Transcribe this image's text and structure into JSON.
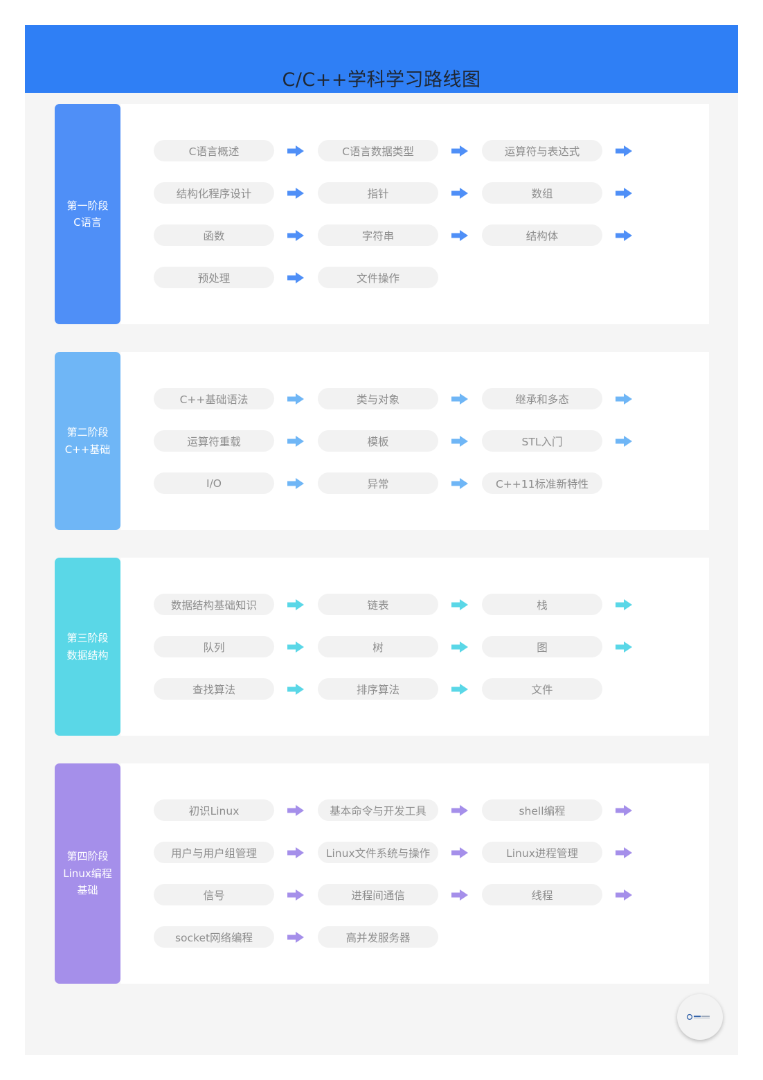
{
  "title": "C/C++学科学习路线图",
  "colors": {
    "header": "#2f7ff5",
    "node_text": "#8d8d8d",
    "node_bg": "#f2f2f2"
  },
  "stages": [
    {
      "label": "第一阶段\nC语言",
      "color": "#4f8ff7",
      "items": [
        "C语言概述",
        "C语言数据类型",
        "运算符与表达式",
        "结构化程序设计",
        "指针",
        "数组",
        "函数",
        "字符串",
        "结构体",
        "预处理",
        "文件操作"
      ]
    },
    {
      "label": "第二阶段\nC++基础",
      "color": "#6fb6f6",
      "items": [
        "C++基础语法",
        "类与对象",
        "继承和多态",
        "运算符重载",
        "模板",
        "STL入门",
        "I/O",
        "异常",
        "C++11标准新特性"
      ]
    },
    {
      "label": "第三阶段\n数据结构",
      "color": "#5ad7e7",
      "items": [
        "数据结构基础知识",
        "链表",
        "栈",
        "队列",
        "树",
        "图",
        "查找算法",
        "排序算法",
        "文件"
      ]
    },
    {
      "label": "第四阶段\nLinux编程\n基础",
      "color": "#a58fea",
      "items": [
        "初识Linux",
        "基本命令与开发工具",
        "shell编程",
        "用户与用户组管理",
        "Linux文件系统与操作",
        "Linux进程管理",
        "信号",
        "进程间通信",
        "线程",
        "socket网络编程",
        "高并发服务器"
      ]
    }
  ]
}
